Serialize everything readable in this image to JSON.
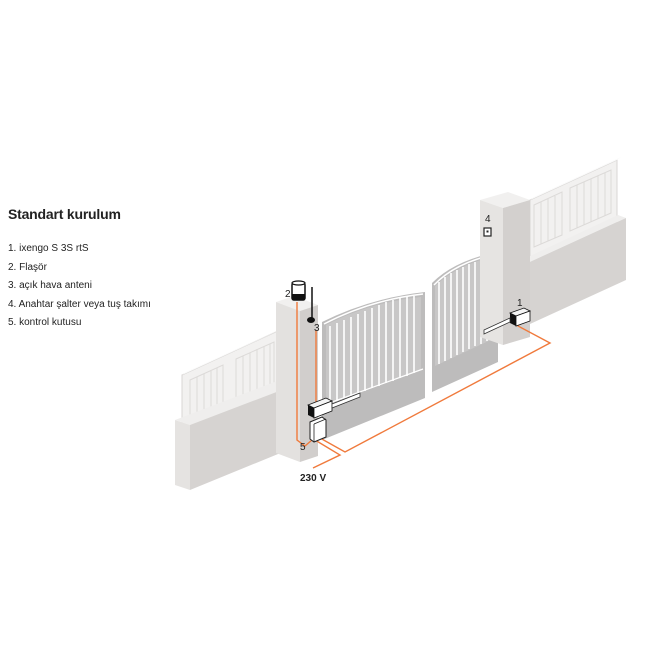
{
  "legend": {
    "title": "Standart kurulum",
    "items": [
      {
        "number": "1",
        "label": "1. ixengo S 3S rtS"
      },
      {
        "number": "2",
        "label": "2. Flaşör"
      },
      {
        "number": "3",
        "label": "3. açık hava anteni"
      },
      {
        "number": "4",
        "label": "4. Anahtar şalter veya tuş takımı"
      },
      {
        "number": "5",
        "label": "5. kontrol kutusu"
      }
    ]
  },
  "diagram": {
    "callouts": {
      "motor": "1",
      "flasher": "2",
      "antenna": "3",
      "keyswitch": "4",
      "control_box": "5"
    },
    "power_label": "230 V"
  },
  "colors": {
    "wall_light": "#ecebea",
    "wall_front": "#d9d6d4",
    "wall_side": "#cbc8c6",
    "gate_fill": "#b9b8b8",
    "gate_bars": "#ffffff",
    "cable": "#f07a3c",
    "text": "#222222"
  }
}
